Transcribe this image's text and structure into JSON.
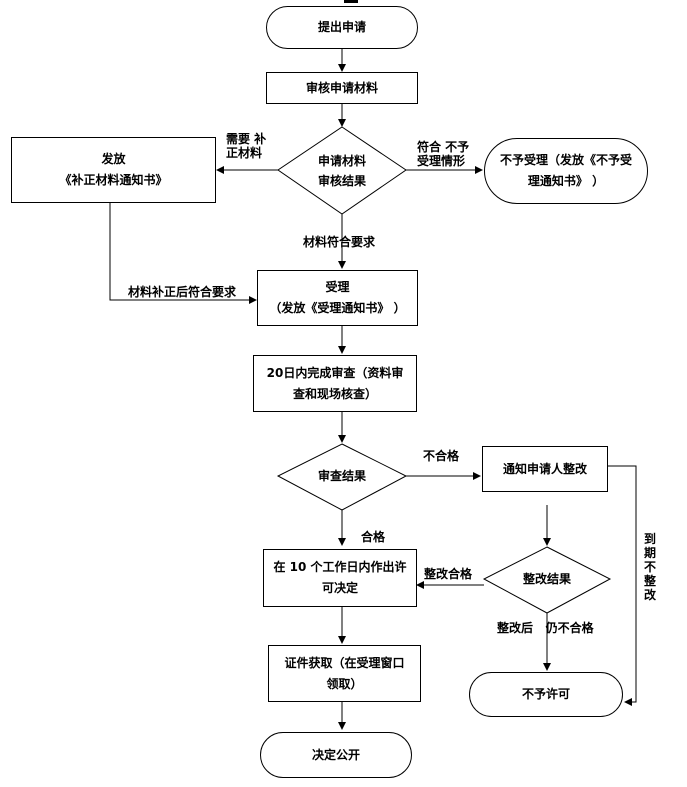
{
  "nodes": {
    "submit": "提出申请",
    "review_materials": "审核申请材料",
    "material_result_l1": "申请材料",
    "material_result_l2": "审核结果",
    "supplement_l1": "发放",
    "supplement_l2": "《补正材料通知书》",
    "reject_l1": "不予受理（发放《不予受",
    "reject_l2": "理通知书》 ）",
    "accept_l1": "受理",
    "accept_l2": "（发放《受理通知书》 ）",
    "review20_l1": "20日内完成审查（资料审",
    "review20_l2": "查和现场核查）",
    "review_result": "审查结果",
    "notify_fix": "通知申请人整改",
    "decision_l1": "在 10 个工作日内作出许",
    "decision_l2": "可决定",
    "fix_result": "整改结果",
    "certificate_l1": "证件获取（在受理窗口",
    "certificate_l2": "领取）",
    "no_permit": "不予许可",
    "publish": "决定公开"
  },
  "edge_labels": {
    "need_supplement_l1": "需要 补",
    "need_supplement_l2": "正材料",
    "meets_no_accept_l1": "符合 不予",
    "meets_no_accept_l2": "受理情形",
    "materials_ok": "材料符合要求",
    "supplement_ok": "材料补正后符合要求",
    "unqualified": "不合格",
    "qualified": "合格",
    "fix_qualified": "整改合格",
    "after_fix_l1": "整改后",
    "after_fix_l2": "仍不合格",
    "expired": "到期不整改"
  }
}
